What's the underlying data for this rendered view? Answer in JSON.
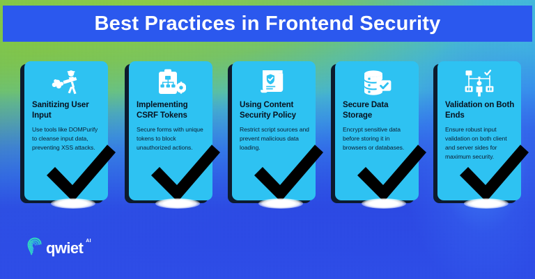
{
  "header": {
    "title": "Best Practices in Frontend Security",
    "bar_color": "#2b58ee",
    "title_color": "#ffffff"
  },
  "theme": {
    "card_color": "#2ec2f2",
    "card_shadow_color": "#0d1b2e",
    "title_text_color": "#07121f",
    "body_text_color": "#0b1c30",
    "background_green": "#8ecd42",
    "background_cyan": "#3ebaec",
    "background_blue": "#2d50e6",
    "logo_mark_color": "#2fd6c0",
    "check_color": "#000000"
  },
  "cards": [
    {
      "icon": "sanitizing-worker-icon",
      "title": "Sanitizing User Input",
      "body": "Use tools like DOMPurify to cleanse input data, preventing XSS attacks.",
      "check": "check-mark-icon"
    },
    {
      "icon": "clipboard-gear-icon",
      "title": "Implementing CSRF Tokens",
      "body": "Secure forms with unique tokens to block unauthorized actions.",
      "check": "check-mark-icon"
    },
    {
      "icon": "document-shield-icon",
      "title": "Using Content Security Policy",
      "body": "Restrict script sources and prevent malicious data loading.",
      "check": "check-mark-icon"
    },
    {
      "icon": "database-check-icon",
      "title": "Secure Data Storage",
      "body": "Encrypt sensitive data before storing it in browsers or databases.",
      "check": "check-mark-icon"
    },
    {
      "icon": "network-person-check-icon",
      "title": "Validation on Both Ends",
      "body": "Ensure robust input validation on both client and server sides for maximum security.",
      "check": "check-mark-icon"
    }
  ],
  "logo": {
    "wordmark": "qwiet",
    "superscript": "AI",
    "mark": "qwiet-spiral-logo-icon"
  }
}
